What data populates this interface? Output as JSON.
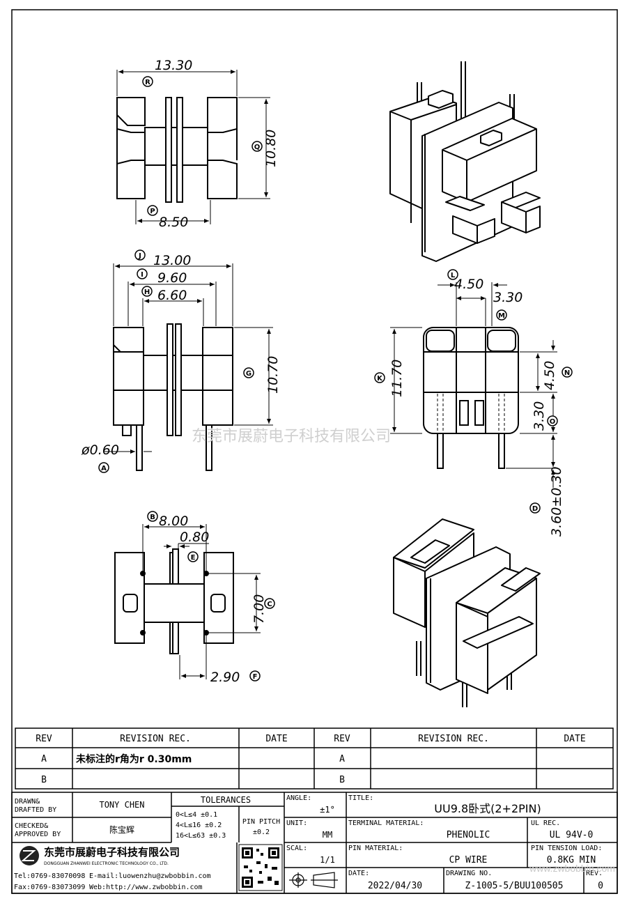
{
  "dimensions": {
    "top_width": "13.30",
    "top_height": "10.80",
    "top_inner": "8.50",
    "front_width": "13.00",
    "front_mid": "9.60",
    "front_inner": "6.60",
    "front_height": "10.70",
    "pin_diameter": "ø0.60",
    "side_w1": "4.50",
    "side_w2": "3.30",
    "side_height": "11.70",
    "side_h1": "4.50",
    "side_h2": "3.30",
    "pin_length": "3.60±0.30",
    "bottom_width": "8.00",
    "bottom_flange": "0.80",
    "bottom_height": "7.00",
    "bottom_pitch": "2.90"
  },
  "callouts": [
    "A",
    "B",
    "C",
    "D",
    "E",
    "F",
    "G",
    "H",
    "I",
    "J",
    "K",
    "L",
    "M",
    "N",
    "O",
    "P",
    "Q",
    "R"
  ],
  "watermark": "东莞市展蔚电子科技有限公司",
  "revision_table": {
    "headers": [
      "REV",
      "REVISION REC.",
      "DATE",
      "REV",
      "REVISION REC.",
      "DATE"
    ],
    "rows": [
      {
        "rev_left": "A",
        "rec_left": "未标注的r角为r 0.30mm",
        "rev_right": "A"
      },
      {
        "rev_left": "B",
        "rev_right": "B"
      }
    ]
  },
  "title_block": {
    "drawn_label": "DRAWN&\nDRAFTED BY",
    "drawn_value": "TONY CHEN",
    "checked_label": "CHECKED&\nAPPROVED BY",
    "checked_value": "陈宝辉",
    "tolerances_label": "TOLERANCES",
    "tolerance_rows": [
      "0<L≤4   ±0.1",
      "4<L≤16  ±0.2",
      "16<L≤63 ±0.3"
    ],
    "pin_pitch_label": "PIN PITCH",
    "pin_pitch_value": "±0.2",
    "angle_label": "ANGLE:",
    "angle_value": "±1°",
    "unit_label": "UNIT:",
    "unit_value": "MM",
    "scale_label": "SCAL:",
    "scale_value": "1/1",
    "title_label": "TITLE:",
    "title_value": "UU9.8卧式(2+2PIN)",
    "terminal_label": "TERMINAL MATERIAL:",
    "terminal_value": "PHENOLIC",
    "ul_label": "UL REC.",
    "ul_value": "UL 94V-0",
    "pin_material_label": "PIN MATERIAL:",
    "pin_material_value": "CP WIRE",
    "tension_label": "PIN TENSION LOAD:",
    "tension_value": "0.8KG MIN",
    "date_label": "DATE:",
    "date_value": "2022/04/30",
    "drawing_no_label": "DRAWING NO.",
    "drawing_no_value": "Z-1005-5/BUU100505",
    "rev_label": "REV.",
    "rev_value": "0",
    "company_cn": "东莞市展蔚电子科技有限公司",
    "company_en": "DONGGUAN ZHANWEI ELECTRONIC TECHNOLOGY CO., LTD.",
    "tel": "Tel:0769-83070098",
    "email": "E-mail:luowenzhu@zwbobbin.com",
    "fax": "Fax:0769-83073099",
    "web": "Web:http://www.zwbobbin.com",
    "corner_watermark": "www.zwbobbin.com"
  }
}
